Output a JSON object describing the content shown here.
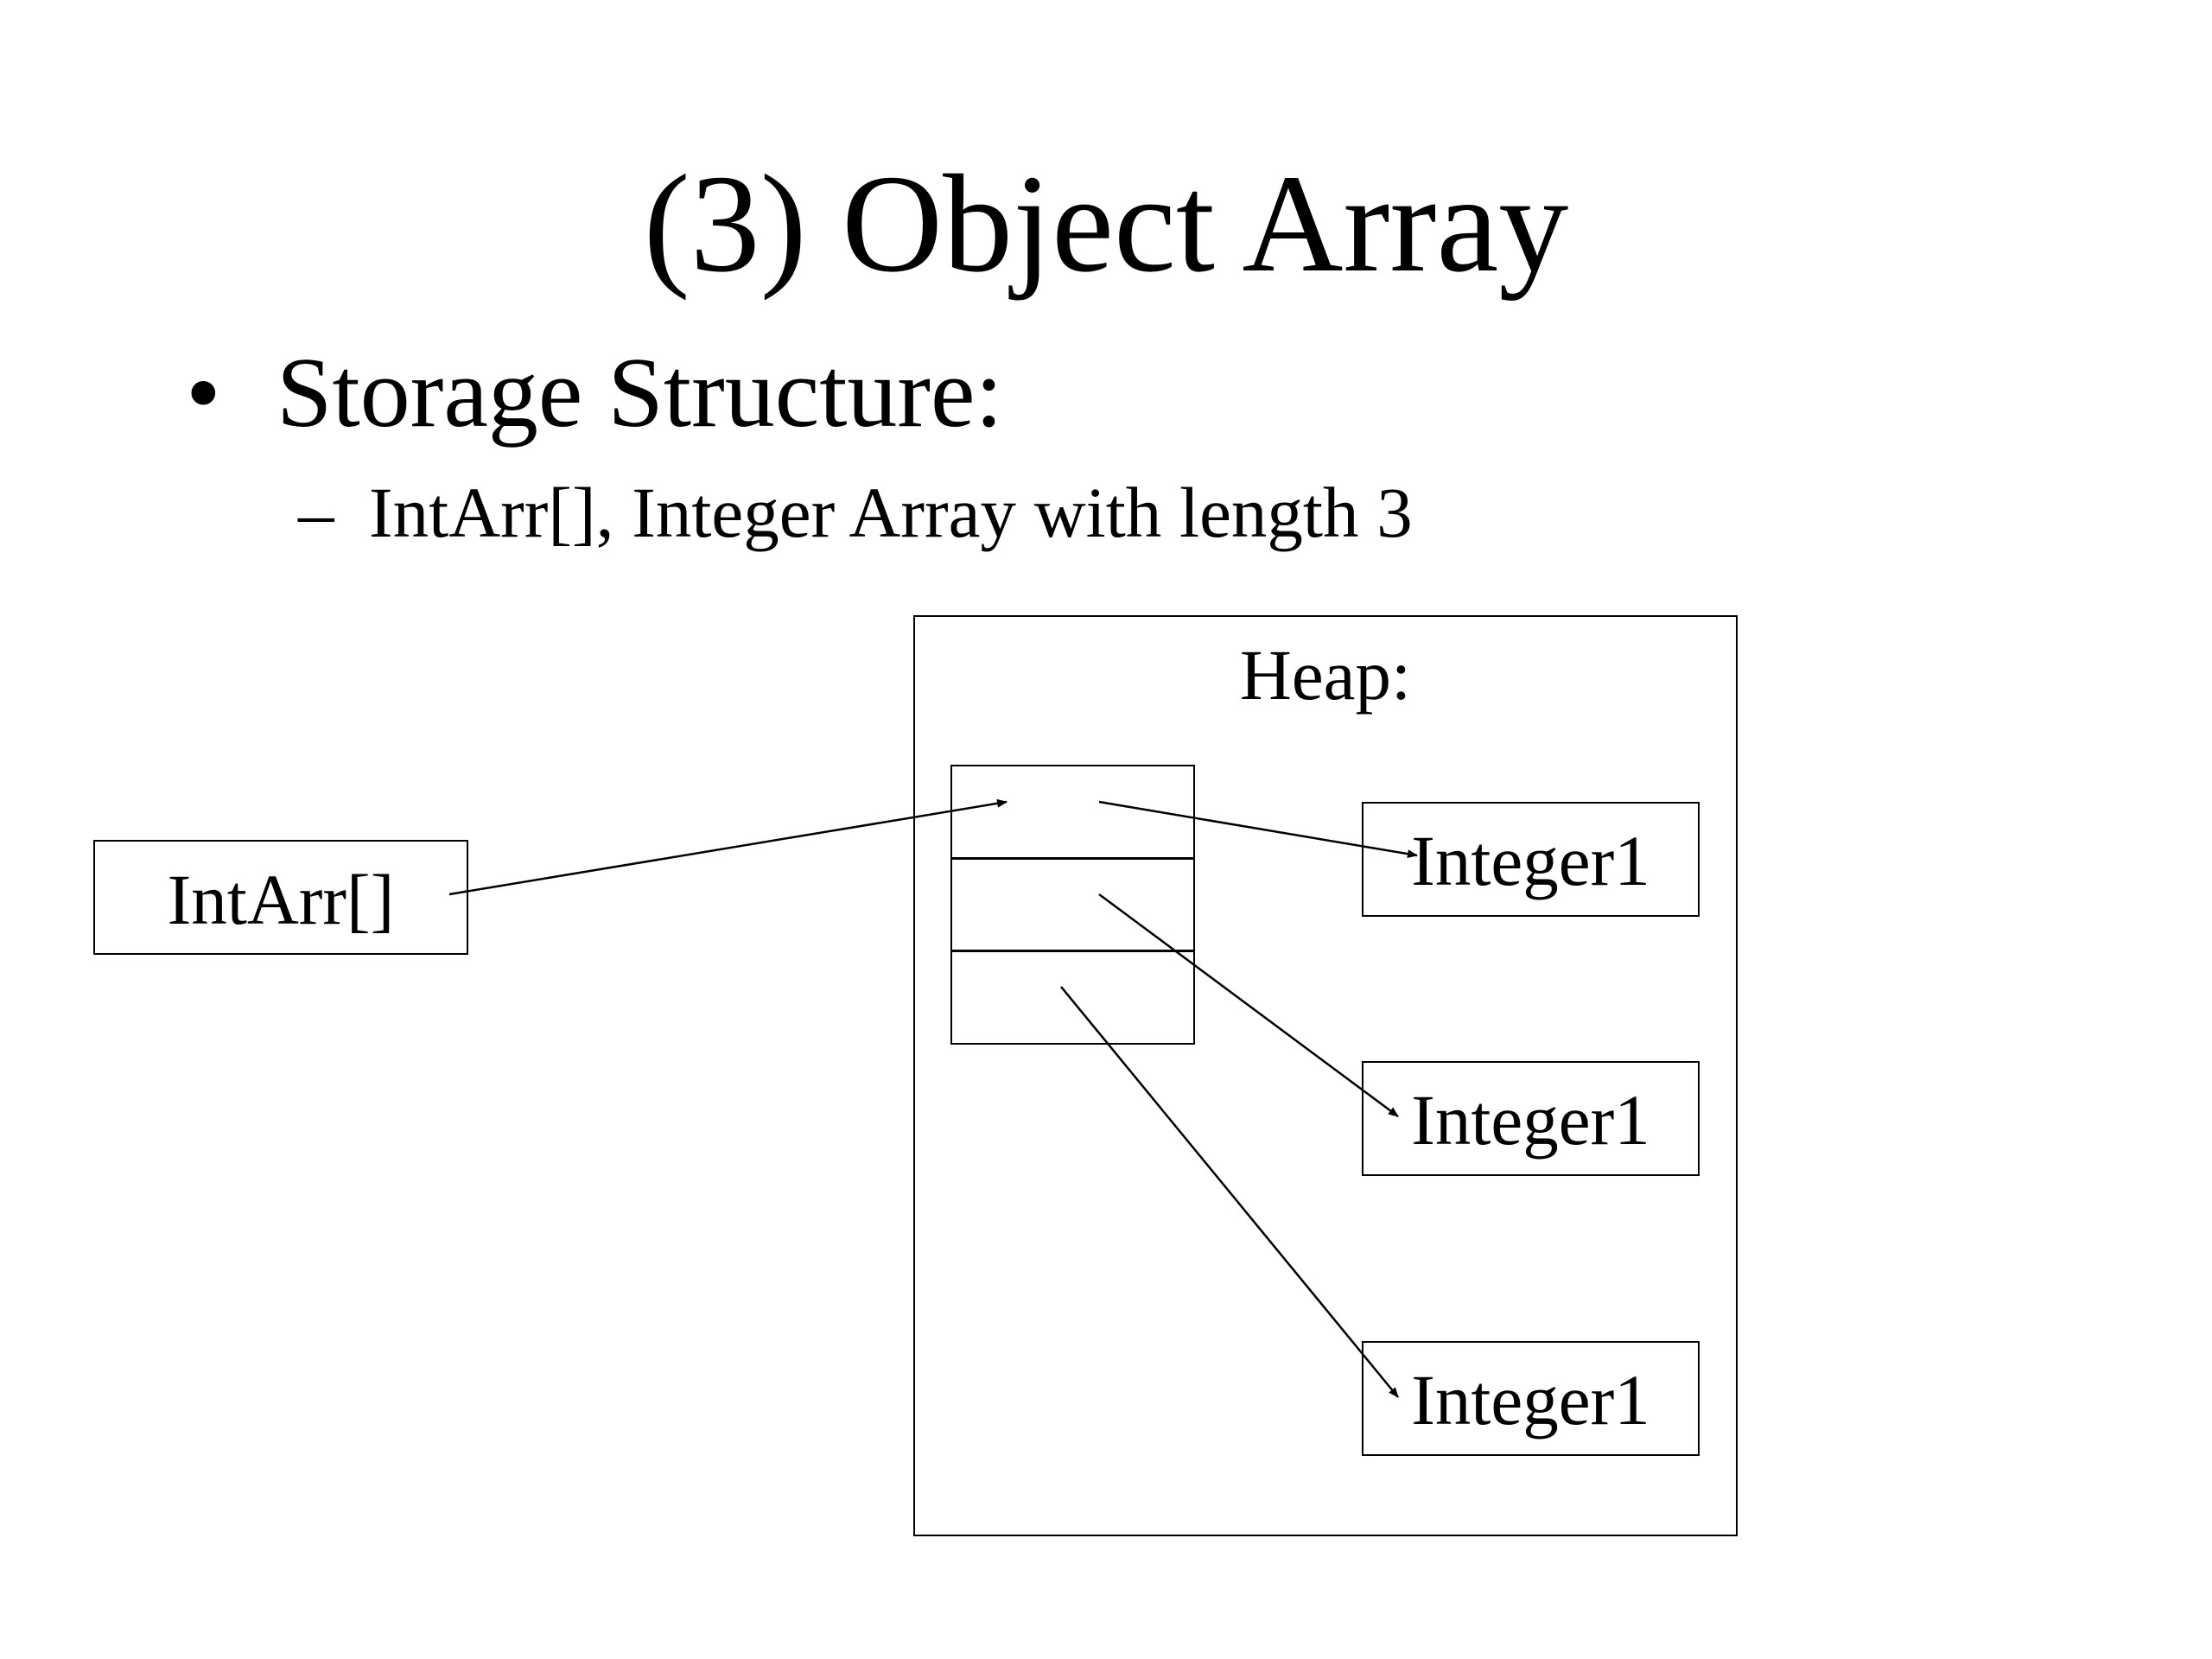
{
  "slide": {
    "title": "(3) Object Array",
    "bullet": {
      "mark": "•",
      "text": "Storage Structure:",
      "sub": {
        "mark": "–",
        "text": "IntArr[], Integer Array with length 3"
      }
    }
  },
  "diagram": {
    "reference": {
      "label": "IntArr[]"
    },
    "heap": {
      "label": "Heap:",
      "array_length": 3,
      "objects": [
        {
          "label": "Integer1"
        },
        {
          "label": "Integer1"
        },
        {
          "label": "Integer1"
        }
      ]
    }
  }
}
